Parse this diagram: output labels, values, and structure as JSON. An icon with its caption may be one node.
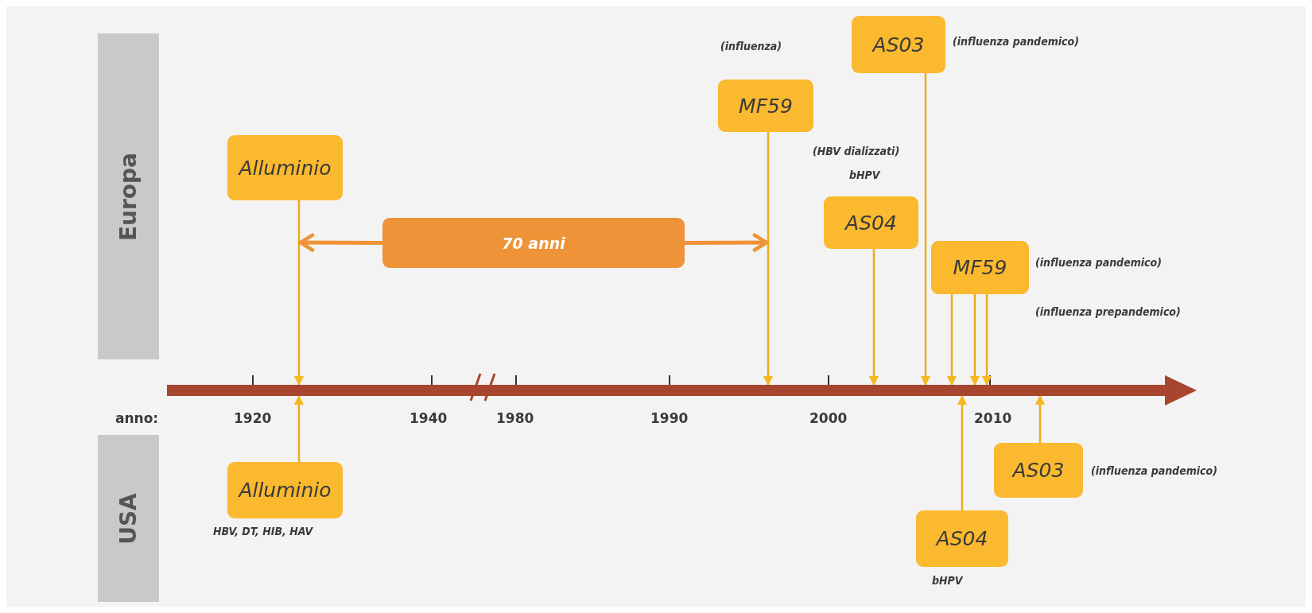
{
  "diagram": {
    "nodes": [
      {
        "text": [
          "Europa"
        ]
      },
      {
        "text": [
          "USA"
        ]
      },
      {
        "text": [],
        "shape": "bar"
      },
      {
        "text": [
          "Alluminio"
        ]
      },
      {
        "text": [
          "70 anni"
        ]
      },
      {
        "text": [
          "MF59"
        ],
        "beside": [
          "(influenza)"
        ]
      },
      {
        "text": [
          "AS03"
        ],
        "beside": [
          "(influenza pandemico)"
        ]
      },
      {
        "text": [
          "AS04"
        ],
        "beside": [
          "(HBV dializzati)",
          "bHPV"
        ]
      },
      {
        "text": [
          "MF59"
        ],
        "beside": [
          "(influenza pandemico)",
          "(influenza prepandemico)"
        ]
      },
      {
        "text": [
          "Alluminio"
        ],
        "beside": [
          "HBV, DT, HIB, HAV"
        ]
      },
      {
        "text": [
          "AS04"
        ],
        "beside": [
          "bHPV"
        ]
      },
      {
        "text": [
          "AS03"
        ],
        "beside": [
          "(influenza pandemico)"
        ]
      }
    ],
    "edges": [
      {
        "from": 3,
        "to": 2,
        "arrow": "to"
      },
      {
        "from": 4,
        "to": null,
        "arrow": "to",
        "style": "thick",
        "color": "#ee9338"
      },
      {
        "from": 4,
        "to": null,
        "arrow": "to",
        "style": "thick",
        "color": "#ee9338"
      },
      {
        "from": 5,
        "to": 2,
        "arrow": "to"
      },
      {
        "from": 6,
        "to": 2,
        "arrow": "to"
      },
      {
        "from": 7,
        "to": 2,
        "arrow": "to"
      },
      {
        "from": 8,
        "to": 2,
        "arrow": "to"
      },
      {
        "from": 8,
        "to": 2,
        "arrow": "to"
      },
      {
        "from": 8,
        "to": 2,
        "arrow": "to"
      },
      {
        "from": 9,
        "to": 2,
        "arrow": "to"
      },
      {
        "from": 10,
        "to": 2,
        "arrow": "to"
      },
      {
        "from": 11,
        "to": 2,
        "arrow": "to"
      }
    ],
    "labels": [
      "anno:",
      "1920",
      "1940",
      "1980",
      "1990",
      "2000",
      "2010"
    ]
  }
}
